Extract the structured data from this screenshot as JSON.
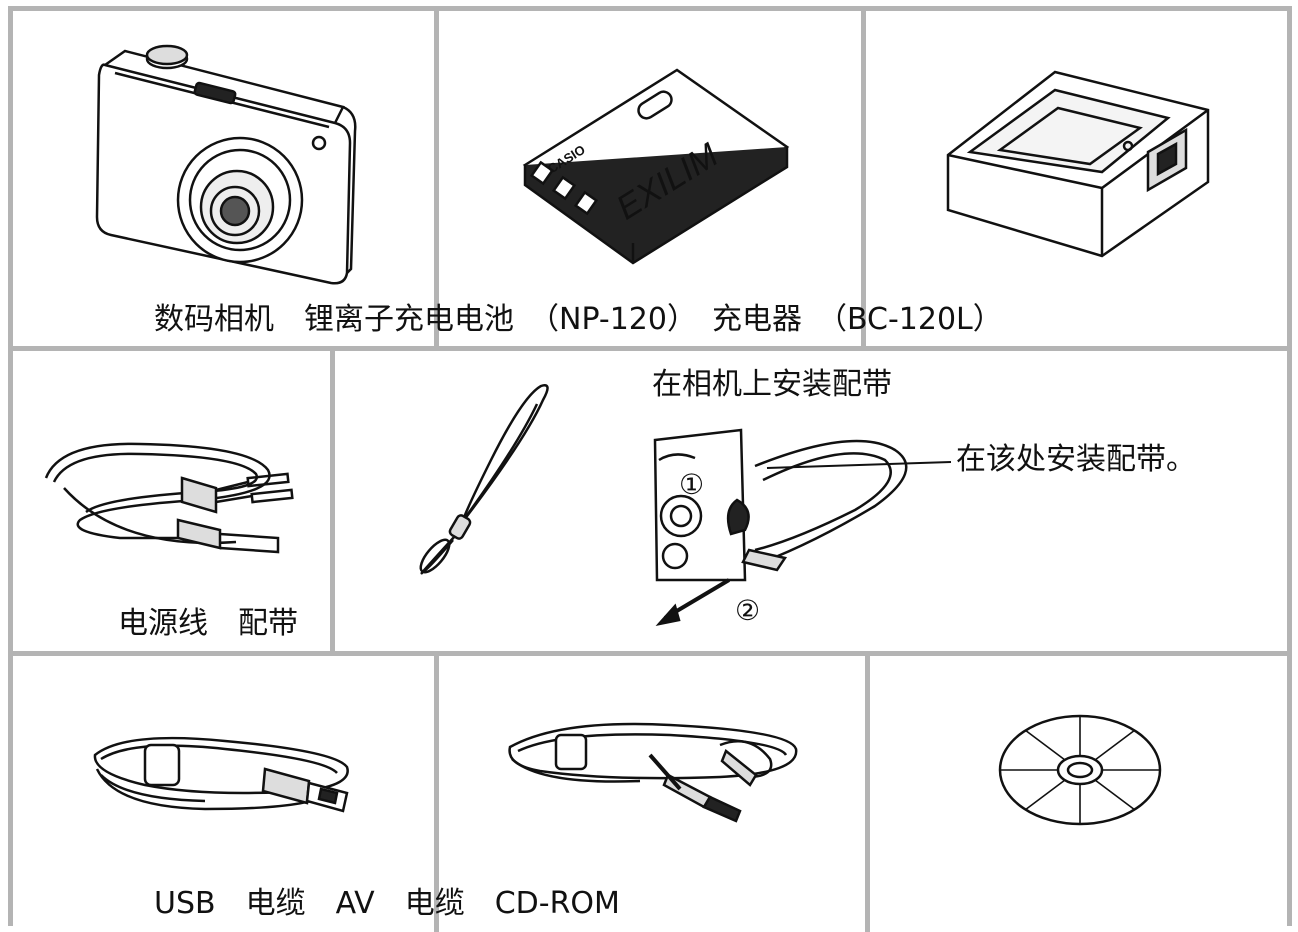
{
  "captions": {
    "row1": "数码相机　锂离子充电电池　（NP-120）　充电器　（BC-120L）",
    "row2": "电源线　配带",
    "row3": "USB　电缆　AV　电缆　CD-ROM"
  },
  "strap_instruction": {
    "title": "在相机上安装配带",
    "callout": "在该处安装配带。",
    "step1": "①",
    "step2": "②"
  },
  "battery": {
    "brand": "CASIO",
    "model": "EXILIM"
  },
  "colors": {
    "grid": "#b4b4b4",
    "ink": "#111111",
    "background": "#ffffff"
  }
}
